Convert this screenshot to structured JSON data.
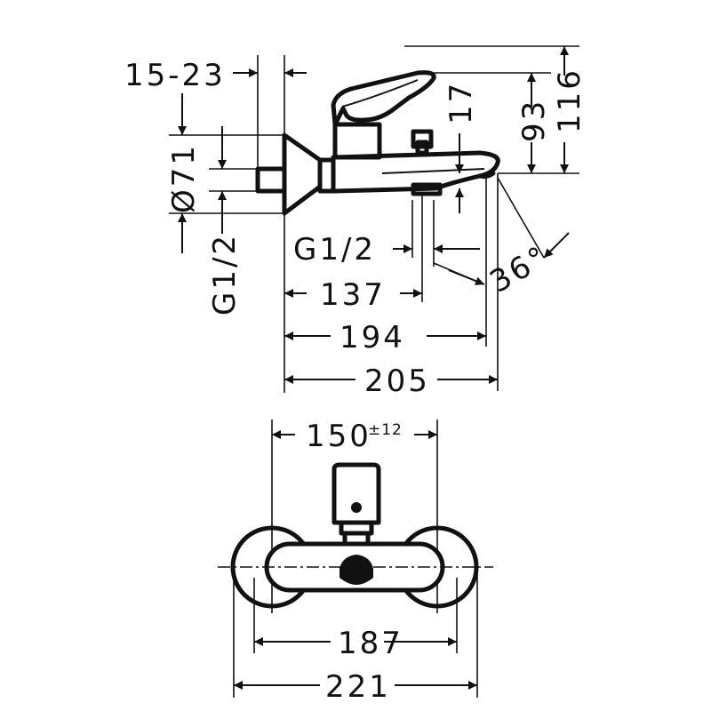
{
  "side_view": {
    "labels": {
      "depth_adjust": "15-23",
      "diameter": "Ø71",
      "thread_left": "G1/2",
      "thread_bottom": "G1/2",
      "lever_height": "17",
      "height_93": "93",
      "height_116": "116",
      "spout_angle": "36°",
      "len_137": "137",
      "len_194": "194",
      "len_205": "205"
    }
  },
  "front_view": {
    "labels": {
      "centres": "150",
      "centres_tol": "±12",
      "width_187": "187",
      "width_221": "221"
    }
  }
}
